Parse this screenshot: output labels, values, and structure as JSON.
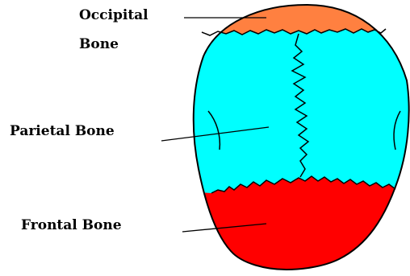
{
  "labels": {
    "occipital_line1": "Occipital",
    "occipital_line2": "Bone",
    "parietal": "Parietal Bone",
    "frontal": "Frontal Bone"
  },
  "colors": {
    "occipital": "#ff8040",
    "parietal": "#00ffff",
    "frontal": "#ff0000",
    "outline": "#000000"
  }
}
